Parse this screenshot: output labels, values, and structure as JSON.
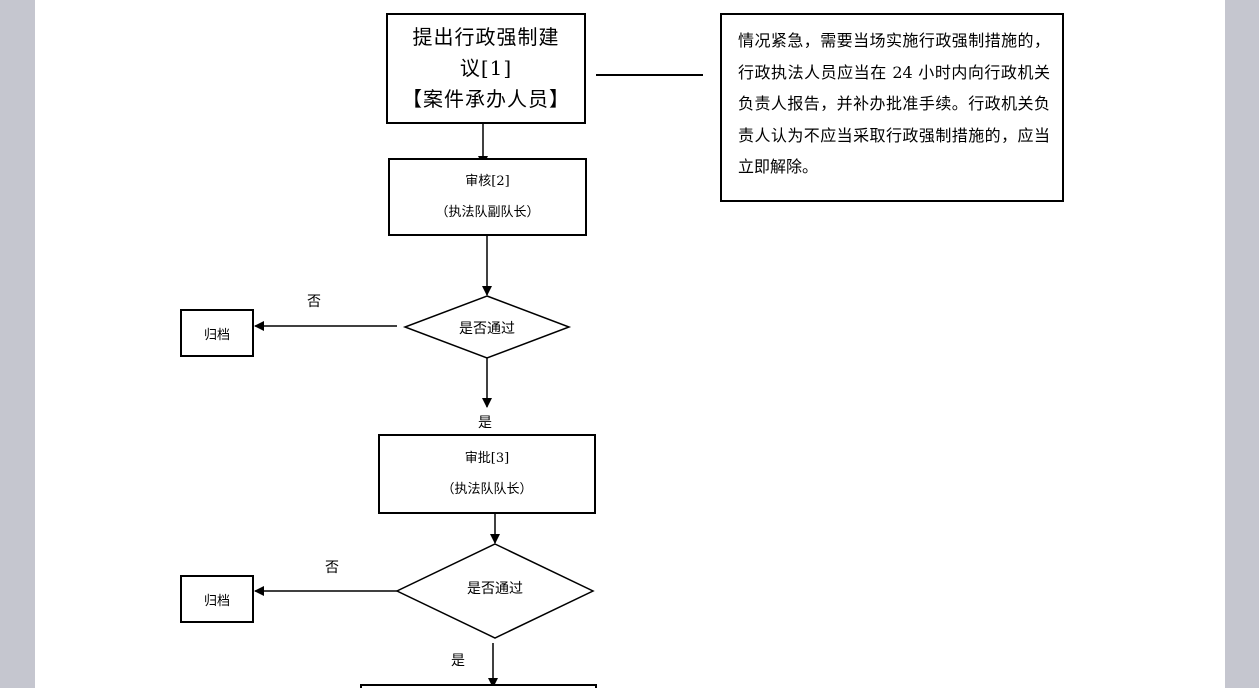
{
  "flowchart": {
    "propose": {
      "line1": "提出行政强制建",
      "line2": "议[1]",
      "line3": "【案件承办人员】"
    },
    "note": {
      "text": "情况紧急，需要当场实施行政强制措施的，行政执法人员应当在 24 小时内向行政机关负责人报告，并补办批准手续。行政机关负责人认为不应当采取行政强制措施的，应当立即解除。"
    },
    "review": {
      "line1": "审核[2]",
      "line2": "（执法队副队长）"
    },
    "decision1": {
      "label": "是否通过",
      "no_label": "否",
      "yes_label": "是"
    },
    "archive1": {
      "label": "归档"
    },
    "approve": {
      "line1": "审批[3]",
      "line2": "（执法队队长）"
    },
    "decision2": {
      "label": "是否通过",
      "no_label": "否",
      "yes_label": "是"
    },
    "archive2": {
      "label": "归档"
    }
  }
}
